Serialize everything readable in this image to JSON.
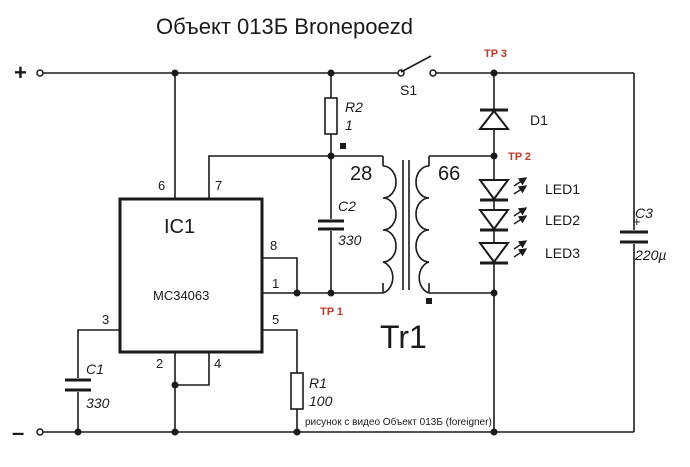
{
  "title": "Объект 013Б  Bronepoezd",
  "terminals": {
    "plus": "+",
    "minus": "–"
  },
  "ic": {
    "name": "IC1",
    "part": "MC34063",
    "pins": {
      "p1": "1",
      "p2": "2",
      "p3": "3",
      "p4": "4",
      "p5": "5",
      "p6": "6",
      "p7": "7",
      "p8": "8"
    }
  },
  "components": {
    "r1": {
      "name": "R1",
      "value": "100"
    },
    "r2": {
      "name": "R2",
      "value": "1"
    },
    "c1": {
      "name": "C1",
      "value": "330"
    },
    "c2": {
      "name": "C2",
      "value": "330"
    },
    "c3": {
      "name": "C3",
      "value": "220µ",
      "polarity": "+"
    },
    "s1": {
      "name": "S1"
    },
    "d1": {
      "name": "D1"
    },
    "tr1": {
      "name": "Tr1",
      "primary_turns": "28",
      "secondary_turns": "66"
    },
    "leds": [
      "LED1",
      "LED2",
      "LED3"
    ]
  },
  "test_points": {
    "tp1": "TP 1",
    "tp2": "TP 2",
    "tp3": "TP 3"
  },
  "credit": "рисунок с видео Объект 013Б (foreigner)"
}
